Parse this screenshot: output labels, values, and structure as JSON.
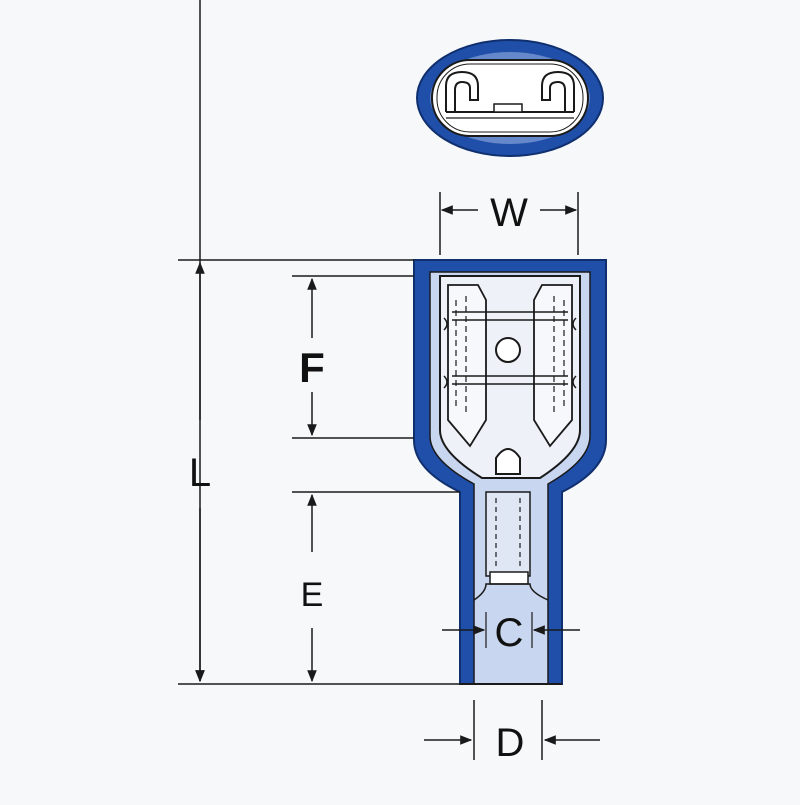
{
  "labels": {
    "width": "W",
    "length": "L",
    "section_f": "F",
    "section_e": "E",
    "inner_diameter": "C",
    "outer_diameter": "D"
  },
  "colors": {
    "insulation_blue": "#1f4fa8",
    "insulation_light": "#9fb8e6",
    "metal_fill": "#eef2f8",
    "line": "#1a1a1a",
    "background": "#f7f8fa"
  },
  "icons": {
    "top_view": "terminal-end-view-icon",
    "side_view": "female-disconnect-terminal-icon"
  }
}
